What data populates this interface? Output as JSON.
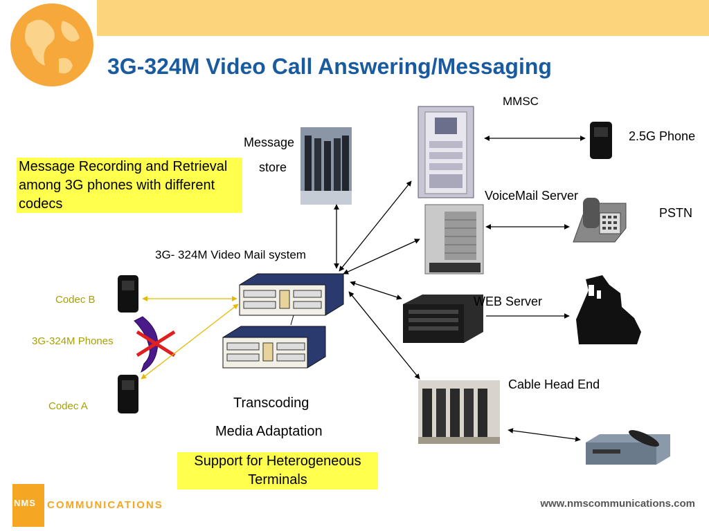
{
  "title": "3G-324M Video Call Answering/Messaging",
  "labels": {
    "mmsc": "MMSC",
    "phone_25g": "2.5G Phone",
    "message": "Message",
    "store": "store",
    "voicemail_server": "VoiceMail Server",
    "pstn": "PSTN",
    "video_mail_system": "3G- 324M Video Mail system",
    "web_server": "WEB Server",
    "cable_head_end": "Cable Head End",
    "codec_b": "Codec B",
    "phones_3g": "3G-324M Phones",
    "codec_a": "Codec A",
    "transcoding": "Transcoding",
    "media_adaptation": "Media Adaptation"
  },
  "notes": {
    "message_recording": "Message Recording and Retrieval among 3G phones with different codecs",
    "heterogeneous": "Support for Heterogeneous Terminals"
  },
  "footer": {
    "url": "www.nmscommunications.com",
    "logo_initials": "NMS",
    "logo_text": "COMMUNICATIONS"
  },
  "colors": {
    "title": "#1a5a9e",
    "top_bar": "#fcd47c",
    "note_bg": "#ffff4d",
    "codec_label": "#a8a000",
    "logo": "#f5a623"
  },
  "icons": [
    "globe-icon",
    "server-rack-icon",
    "desk-phone-icon",
    "fax-printer-icon",
    "set-top-box-icon",
    "mobile-phone-icon",
    "x-mark-icon"
  ]
}
